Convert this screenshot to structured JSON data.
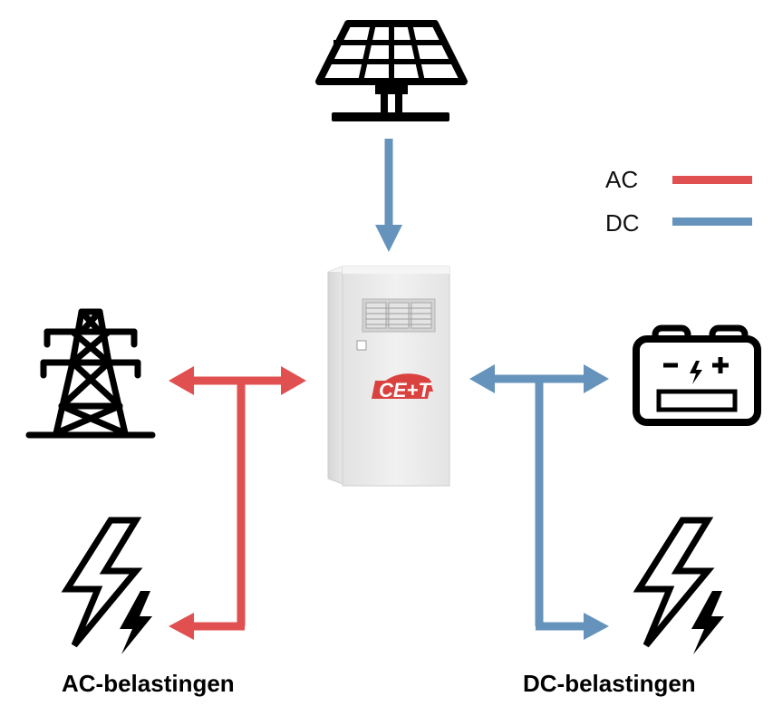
{
  "legend": {
    "ac_label": "AC",
    "dc_label": "DC"
  },
  "loads": {
    "ac_label": "AC-belastingen",
    "dc_label": "DC-belastingen"
  },
  "device": {
    "logo_text": "CE+T"
  },
  "colors": {
    "ac_line": "#e05050",
    "dc_line": "#6593bb",
    "icon": "#000000",
    "cabinet": "#ececec",
    "logo_red": "#d9423f"
  },
  "icons": [
    "solar-panel-icon",
    "power-pylon-icon",
    "battery-icon",
    "lightning-bolt-icon"
  ]
}
